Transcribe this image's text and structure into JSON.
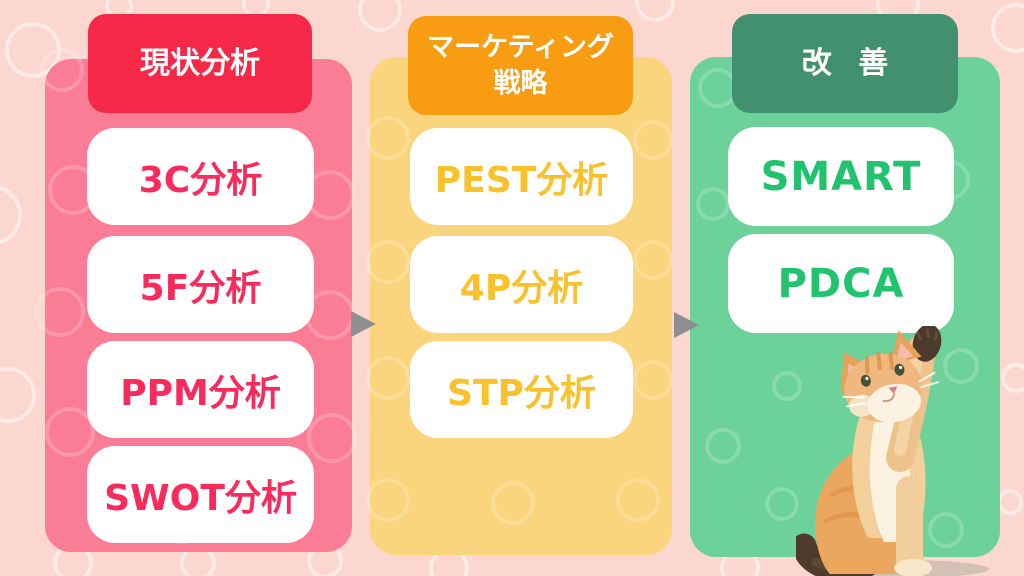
{
  "background": {
    "color": "#FBD7CF"
  },
  "columns": [
    {
      "id": "current-analysis",
      "header": "現状分析",
      "header_lines": [
        "現状分析"
      ],
      "items": [
        "3C分析",
        "5F分析",
        "PPM分析",
        "SWOT分析"
      ],
      "colors": {
        "panel": "#FA7D95",
        "header": "#F52947",
        "text": "#F92B5C"
      }
    },
    {
      "id": "marketing-strategy",
      "header": "マーケティング戦略",
      "header_lines": [
        "マーケティング",
        "戦略"
      ],
      "items": [
        "PEST分析",
        "4P分析",
        "STP分析"
      ],
      "colors": {
        "panel": "#FBD57D",
        "header": "#F89C12",
        "text": "#F9C12C"
      }
    },
    {
      "id": "improvement",
      "header": "改 善",
      "header_lines": [
        "改 善"
      ],
      "items": [
        "SMART",
        "PDCA"
      ],
      "colors": {
        "panel": "#6CD29A",
        "header": "#42906F",
        "text": "#22C36E"
      }
    }
  ],
  "arrows": [
    {
      "direction": "right",
      "color": "#8F8F8F"
    },
    {
      "direction": "right",
      "color": "#8F8F8F"
    }
  ],
  "decor": {
    "cat_alt": "orange tabby kitten sitting and reaching one paw up"
  }
}
